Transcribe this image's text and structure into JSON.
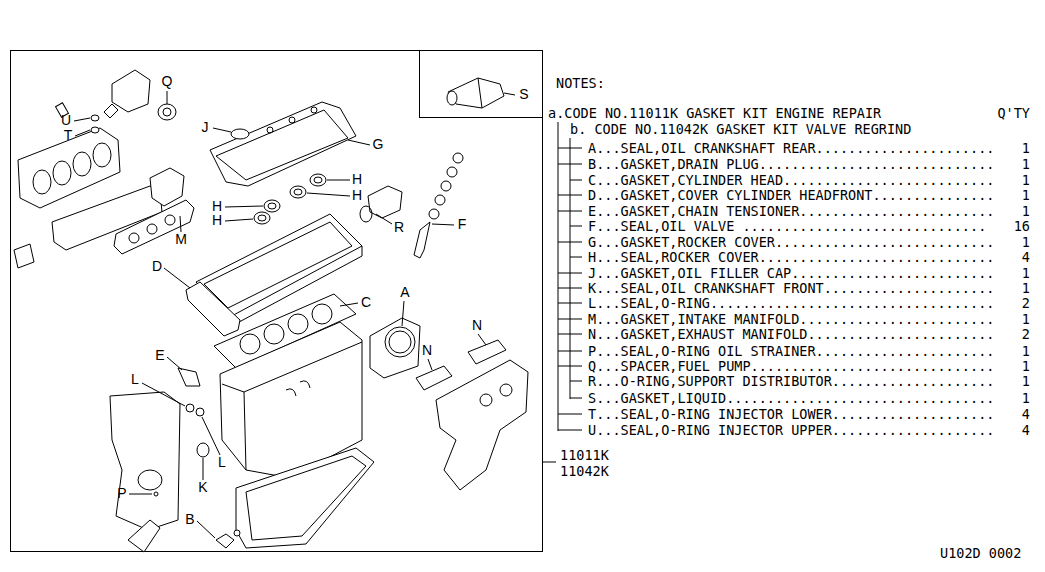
{
  "diagram": {
    "labels": [
      "NOTES:",
      "a.CODE NO.11011K GASKET KIT ENGINE REPAIR",
      "Q'TY",
      "b. CODE NO.11042K GASKET KIT VALVE REGRIND",
      "A...SEAL,OIL CRANKSHAFT REAR......................",
      "1",
      "B...GASKET,DRAIN PLUG.............................",
      "1",
      "C...GASKET,CYLINDER HEAD..........................",
      "1",
      "D...GASKET,COVER CYLINDER HEADFRONT...............",
      "1",
      "E...GASKET,CHAIN TENSIONER........................",
      "1",
      "F...SEAL,OIL VALVE ..............................",
      "16",
      "G...GASKET,ROCKER COVER...........................",
      "1",
      "H...SEAL,ROCKER COVER.............................",
      "4",
      "J...GASKET,OIL FILLER CAP.........................",
      "1",
      "K...SEAL,OIL CRANKSHAFT FRONT.....................",
      "1",
      "L...SEAL,O-RING...................................",
      "2",
      "M...GASKET,INTAKE MANIFOLD........................",
      "1",
      "N...GASKET,EXHAUST MANIFOLD.......................",
      "2",
      "P...SEAL,O-RING OIL STRAINER......................",
      "1",
      "Q...SPACER,FUEL PUMP..............................",
      "1",
      "R...O-RING,SUPPORT DISTRIBUTOR....................",
      "1",
      "S...GASKET,LIQUID.................................",
      "1",
      "T...SEAL,O-RING INJECTOR LOWER....................",
      "4",
      "U...SEAL,O-RING INJECTOR UPPER....................",
      "4",
      "Q",
      "U",
      "T",
      "J",
      "G",
      "H",
      "H",
      "H",
      "H",
      "M",
      "D",
      "R",
      "F",
      "C",
      "A",
      "N",
      "N",
      "E",
      "L",
      "L",
      "K",
      "P",
      "B",
      "S",
      "11011K",
      "11042K",
      "U102D 0002"
    ]
  }
}
